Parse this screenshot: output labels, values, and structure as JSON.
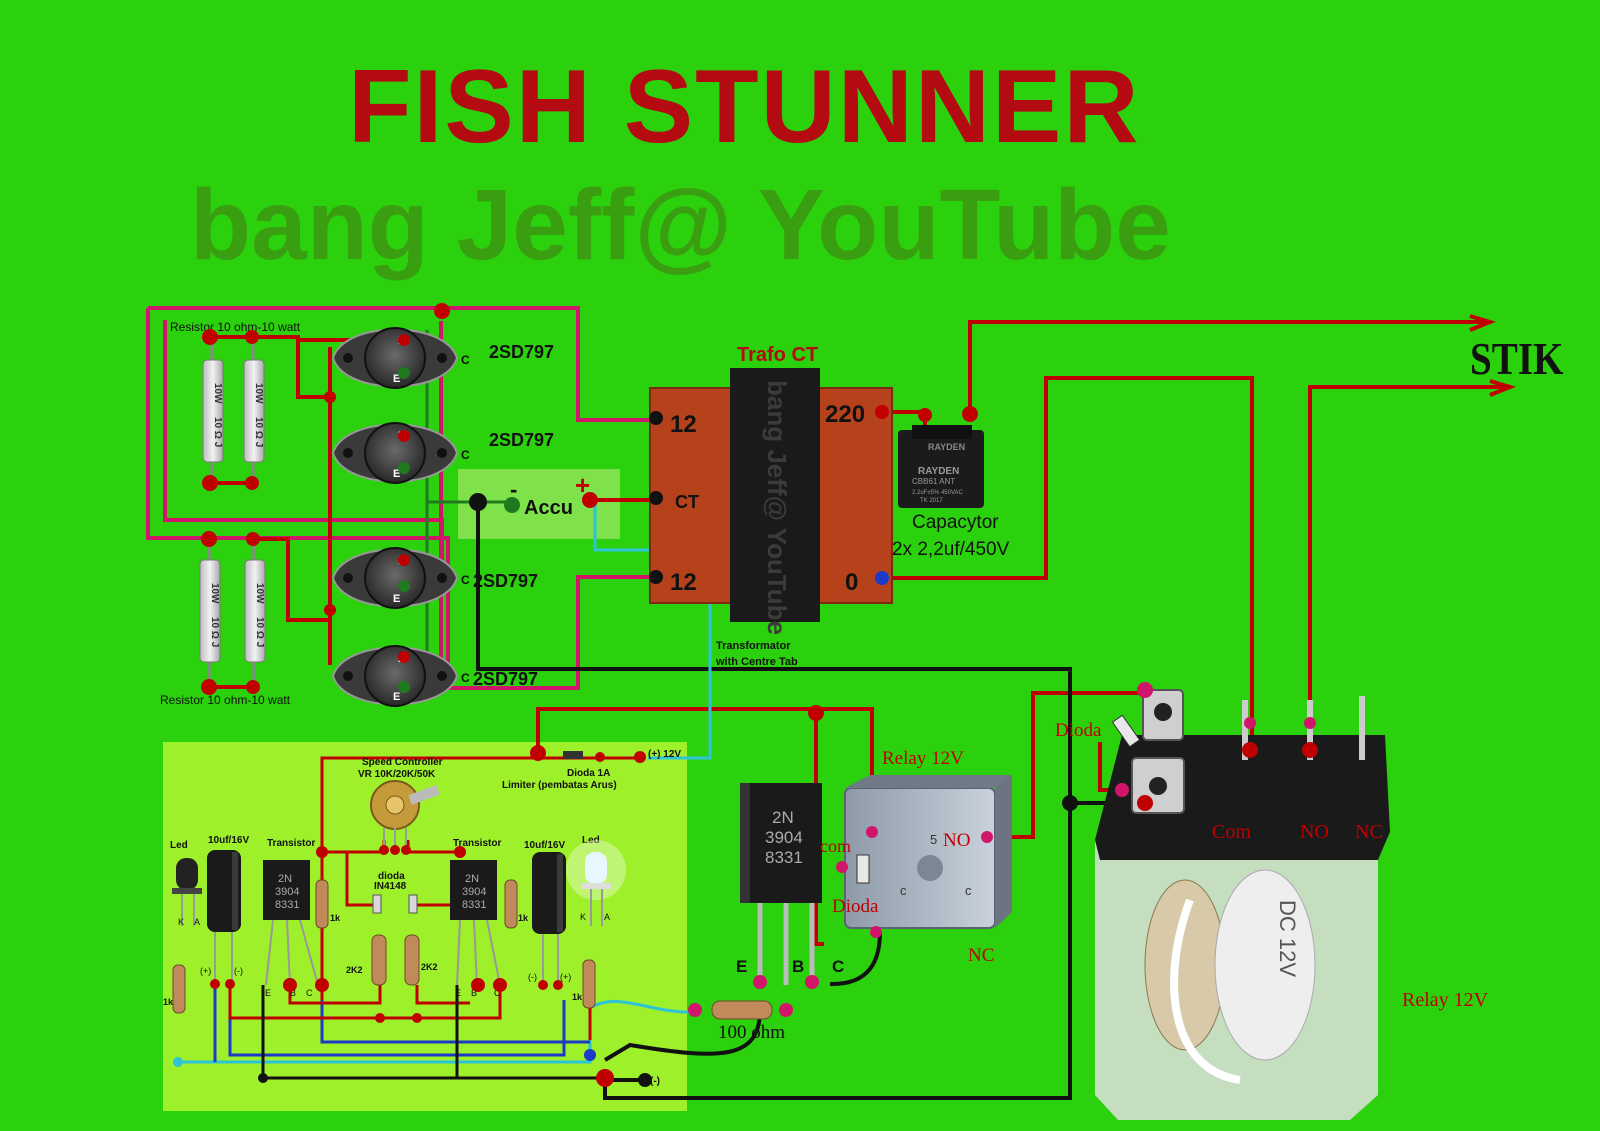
{
  "title": "FISH STUNNER",
  "watermark": "bang Jeff@ YouTube",
  "output_label": "STIK",
  "colors": {
    "background": "#2bd10c",
    "title": "#b40a12",
    "wire_red": "#c00000",
    "wire_magenta": "#d0156a",
    "wire_black": "#111111",
    "wire_green": "#1f7a1f",
    "wire_cyan": "#2cc4d6",
    "wire_blue": "#1c3ac8",
    "transformer": "#b5421b",
    "control_board": "#9ef02a"
  },
  "resistors": {
    "top_label": "Resistor 10 ohm-10 watt",
    "bottom_label": "Resistor 10 ohm-10 watt",
    "body_text_1": "10W",
    "body_text_2": "10 Ω J"
  },
  "power_transistors": [
    "2SD797",
    "2SD797",
    "2SD797",
    "2SD797"
  ],
  "transistor_pins": {
    "b": "B",
    "e": "E",
    "c": "C"
  },
  "accu": {
    "label": "Accu",
    "minus": "-",
    "plus": "+"
  },
  "transformer": {
    "title": "Trafo CT",
    "watermark": "bang Jeff@ YouTube",
    "pin_12_top": "12",
    "pin_ct": "CT",
    "pin_12_bottom": "12",
    "pin_220": "220",
    "pin_0": "0",
    "caption_1": "Transformator",
    "caption_2": "with Centre Tab"
  },
  "capacitor": {
    "brand_top": "RAYDEN",
    "brand": "RAYDEN",
    "model": "CBB61  ANT",
    "spec": "2.2uF±5% 450VAC",
    "code": "TK 2017",
    "label_1": "Capacytor",
    "label_2": "2x 2,2uf/450V"
  },
  "control_board": {
    "speed_controller_1": "Speed Controller",
    "speed_controller_2": "VR 10K/20K/50K",
    "diode_limiter_1": "Dioda 1A",
    "diode_limiter_2": "Limiter (pembatas Arus)",
    "plus_12v": "(+) 12V",
    "minus": "(-)",
    "led_left": "Led",
    "led_right": "Led",
    "cap_left": "10uf/16V",
    "cap_right": "10uf/16V",
    "transistor_left": "Transistor",
    "transistor_right": "Transistor",
    "transistor_body": [
      "2N",
      "3904",
      "8331"
    ],
    "diode_label_1": "dioda",
    "diode_label_2": "IN4148",
    "r_2k2_left": "2K2",
    "r_2k2_right": "2K2",
    "r_1k": "1k",
    "pins_ebc": [
      "E",
      "B",
      "C"
    ],
    "ka": [
      "K",
      "A"
    ],
    "cap_pins": [
      "(+)",
      "(-)"
    ]
  },
  "driver_transistor": {
    "body": [
      "2N",
      "3904",
      "8331"
    ],
    "pin_e": "E",
    "pin_b": "B",
    "pin_c": "C",
    "resistor_label": "100 ohm"
  },
  "small_relay": {
    "title": "Relay 12V",
    "com": "com",
    "no": "NO",
    "nc": "NC",
    "diode": "Dioda",
    "face": [
      "c",
      "5",
      "c"
    ]
  },
  "big_relay": {
    "label": "Relay 12V",
    "diode": "Dioda",
    "com": "Com",
    "no": "NO",
    "nc": "NC",
    "coil_text": "DC 12V"
  }
}
